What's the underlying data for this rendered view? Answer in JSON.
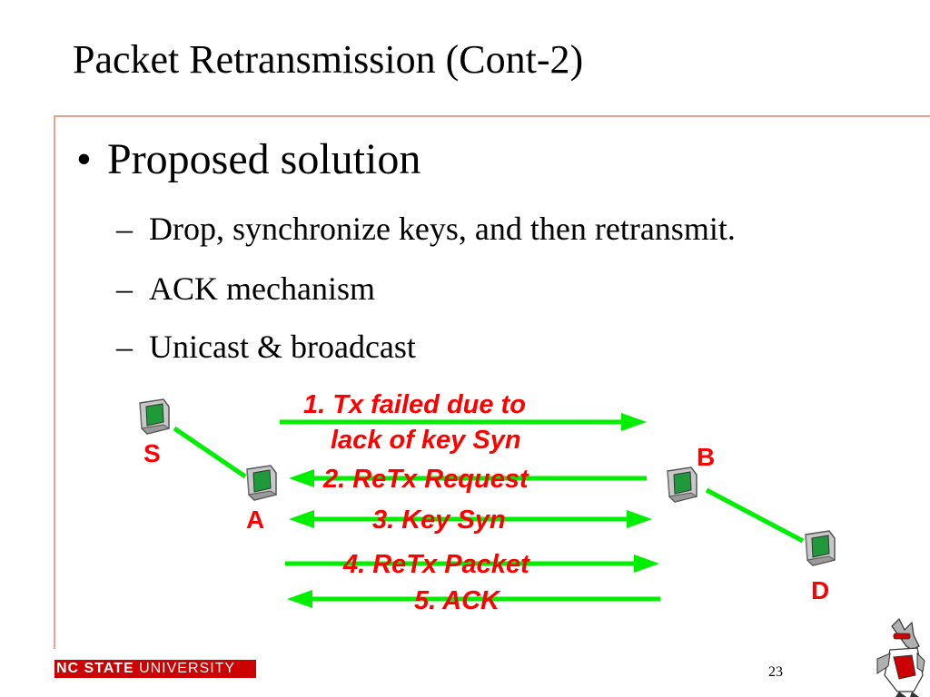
{
  "slide": {
    "title": "Packet Retransmission (Cont-2)",
    "bullet": "Proposed solution",
    "bullet_marker": "•",
    "dash": "–",
    "subs": [
      "Drop, synchronize keys, and then retransmit.",
      "ACK mechanism",
      "Unicast & broadcast"
    ],
    "page_number": "23"
  },
  "diagram": {
    "nodes": {
      "s": "S",
      "a": "A",
      "b": "B",
      "d": "D"
    },
    "messages": {
      "m1a": "1.  Tx failed due to",
      "m1b": "lack of key Syn",
      "m2": "2. ReTx Request",
      "m3": "3.  Key Syn",
      "m4": "4. ReTx Packet",
      "m5": "5. ACK"
    },
    "colors": {
      "arrow": "#00ee00",
      "label": "#ff0000",
      "accent": "#cc0000"
    }
  },
  "footer": {
    "brand_bold": "NC STATE",
    "brand_rest": " UNIVERSITY"
  }
}
